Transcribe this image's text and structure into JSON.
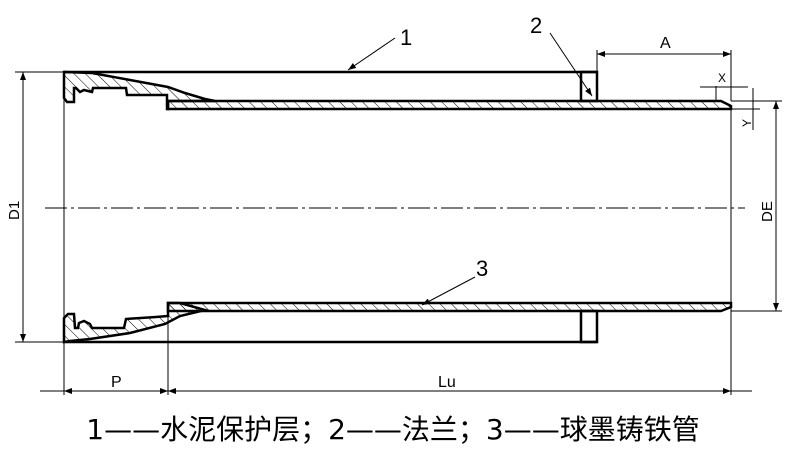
{
  "diagram": {
    "callouts": {
      "c1": "1",
      "c2": "2",
      "c3": "3"
    },
    "dimensions": {
      "A": "A",
      "X": "X",
      "Y": "Y",
      "D1": "D1",
      "DE": "DE",
      "P": "P",
      "Lu": "Lu"
    },
    "caption": "1——水泥保护层；2——法兰；3——球墨铸铁管",
    "colors": {
      "line": "#000000",
      "background": "#ffffff"
    }
  }
}
